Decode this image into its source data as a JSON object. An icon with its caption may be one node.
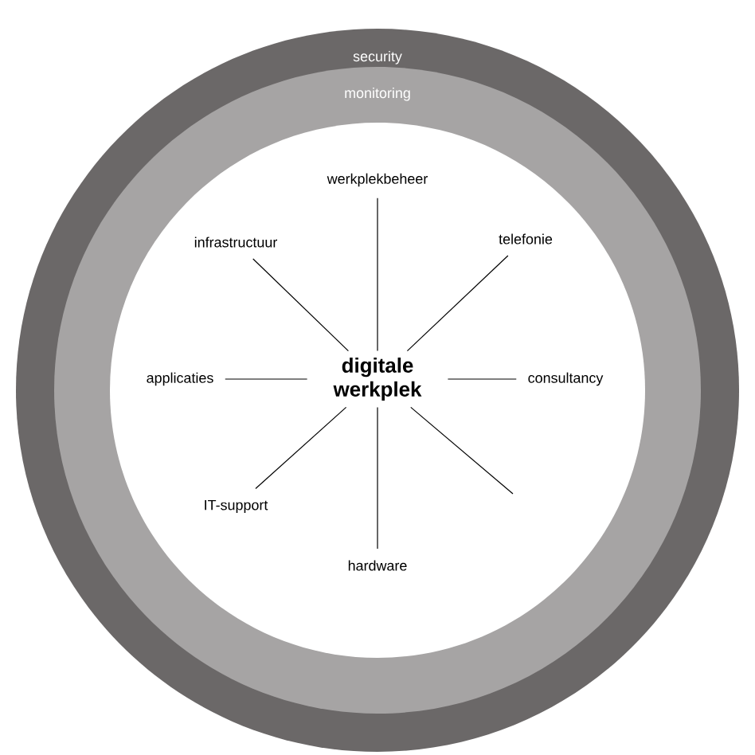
{
  "diagram": {
    "nodes": [
      {
        "text": [
          "security"
        ]
      },
      {
        "text": [
          "monitoring"
        ],
        "in": 0
      },
      {
        "text": [
          "werkplekbeheer"
        ],
        "in": 1
      },
      {
        "text": [
          "infrastructuur"
        ],
        "in": 1
      },
      {
        "text": [
          "telefonie"
        ],
        "in": 1
      },
      {
        "text": [
          "applicaties"
        ],
        "in": 1
      },
      {
        "text": [
          "digitale werkplek"
        ],
        "in": 1
      },
      {
        "text": [
          "consultancy"
        ],
        "in": 1
      },
      {
        "text": [
          "IT-support"
        ],
        "in": 1
      },
      {
        "text": [
          "hardware"
        ],
        "in": 1
      }
    ],
    "edges": [
      {
        "from": 6,
        "to": 2,
        "arrow": "none"
      },
      {
        "from": 6,
        "to": 4,
        "arrow": "none"
      },
      {
        "from": 6,
        "to": 7,
        "arrow": "none"
      },
      {
        "from": 6,
        "to": null,
        "arrow": "none"
      },
      {
        "from": 6,
        "to": 9,
        "arrow": "none"
      },
      {
        "from": 6,
        "to": 8,
        "arrow": "none"
      },
      {
        "from": 6,
        "to": 5,
        "arrow": "none"
      },
      {
        "from": 6,
        "to": 3,
        "arrow": "none"
      }
    ]
  }
}
